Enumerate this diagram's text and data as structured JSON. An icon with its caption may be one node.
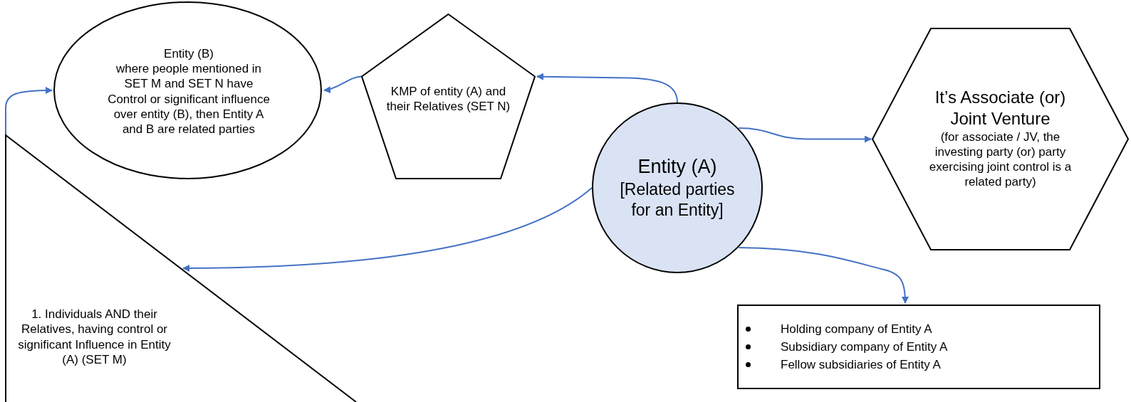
{
  "diagram": {
    "nodes": [
      {
        "text": [
          "Entity (B)",
          "where people mentioned in SET M and SET N have Control or significant influence over entity (B), then Entity A and B are related parties"
        ]
      },
      {
        "text": [
          "KMP of entity (A) and their Relatives (SET N)"
        ]
      },
      {
        "text": [
          "Entity (A)",
          "[Related parties for an Entity]"
        ]
      },
      {
        "text": [
          "It’s Associate (or) Joint Venture",
          "(for associate / JV, the investing party (or) party exercising joint control is a related party)"
        ]
      },
      {
        "text": [
          "Holding company of Entity A",
          "Subsidiary company of Entity A",
          "Fellow subsidiaries of Entity A"
        ]
      },
      {
        "text": [
          "1. Individuals AND their Relatives, having control or significant Influence in Entity (A) (SET M)"
        ]
      }
    ],
    "edges": [
      {
        "from": 2,
        "to": 1,
        "arrow": "to"
      },
      {
        "from": 1,
        "to": 0,
        "arrow": "to"
      },
      {
        "from": 2,
        "to": 3,
        "arrow": "to"
      },
      {
        "from": 2,
        "to": 5,
        "arrow": "to"
      },
      {
        "from": 2,
        "to": 4,
        "arrow": "to"
      },
      {
        "from": 5,
        "to": 0,
        "arrow": "to"
      }
    ]
  }
}
